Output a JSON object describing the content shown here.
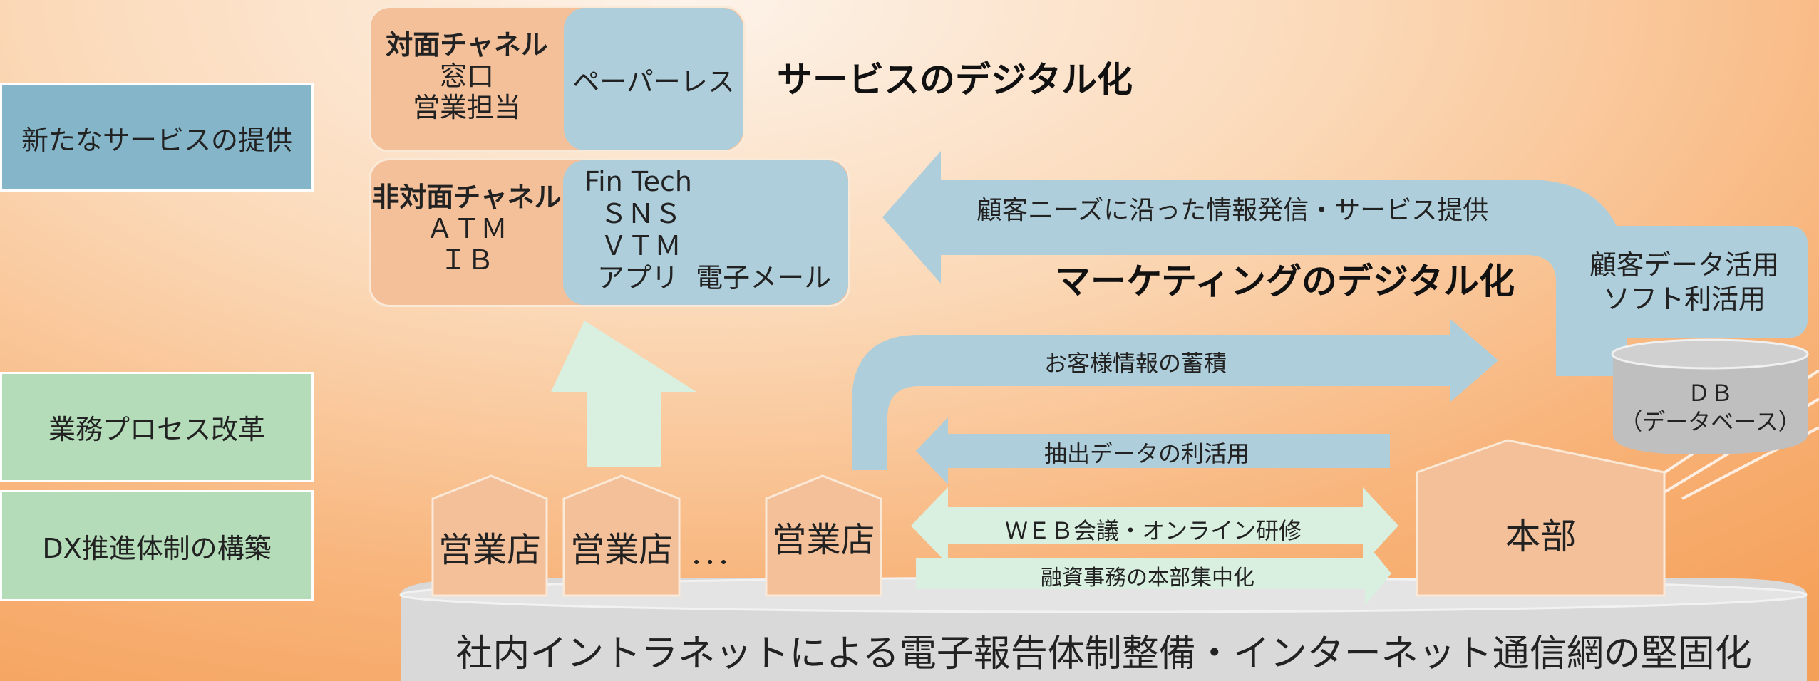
{
  "side_labels": {
    "new_service": "新たなサービスの提供",
    "process_reform": "業務プロセス改革",
    "dx_structure": "DX推進体制の構築"
  },
  "face_channel": {
    "heading": "対面チャネル",
    "items": [
      "窓口",
      "営業担当"
    ],
    "digital": "ペーパーレス"
  },
  "nonface_channel": {
    "heading": "非対面チャネル",
    "items": [
      "ＡＴＭ",
      "ＩＢ"
    ],
    "digital": [
      "Fin Tech",
      "ＳＮＳ",
      "ＶＴＭ",
      "アプリ  電子メール"
    ]
  },
  "titles": {
    "service_digital": "サービスのデジタル化",
    "marketing_digital": "マーケティングのデジタル化"
  },
  "arrows": {
    "info_send": "顧客ニーズに沿った情報発信・サービス提供",
    "customer_info": "お客様情報の蓄積",
    "extract_data": "抽出データの利活用",
    "web_meeting": "ＷＥＢ会議・オンライン研修",
    "loan_central": "融資事務の本部集中化"
  },
  "software_box": [
    "顧客データ活用",
    "ソフト利活用"
  ],
  "database": [
    "ＤＢ",
    "（データベース）"
  ],
  "branch": "営業店",
  "ellipsis": "．．．",
  "headquarters": "本部",
  "foundation": "社内イントラネットによる電子報告体制整備・インターネット通信網の堅固化",
  "colors": {
    "blue_arrow": "#aecedb",
    "green_arrow": "#d9f0e0",
    "box_orange": "#f3c09a",
    "side_blue": "#85b5c8",
    "side_green": "#b4dcb8",
    "db_gray": "#bfbfbf"
  }
}
